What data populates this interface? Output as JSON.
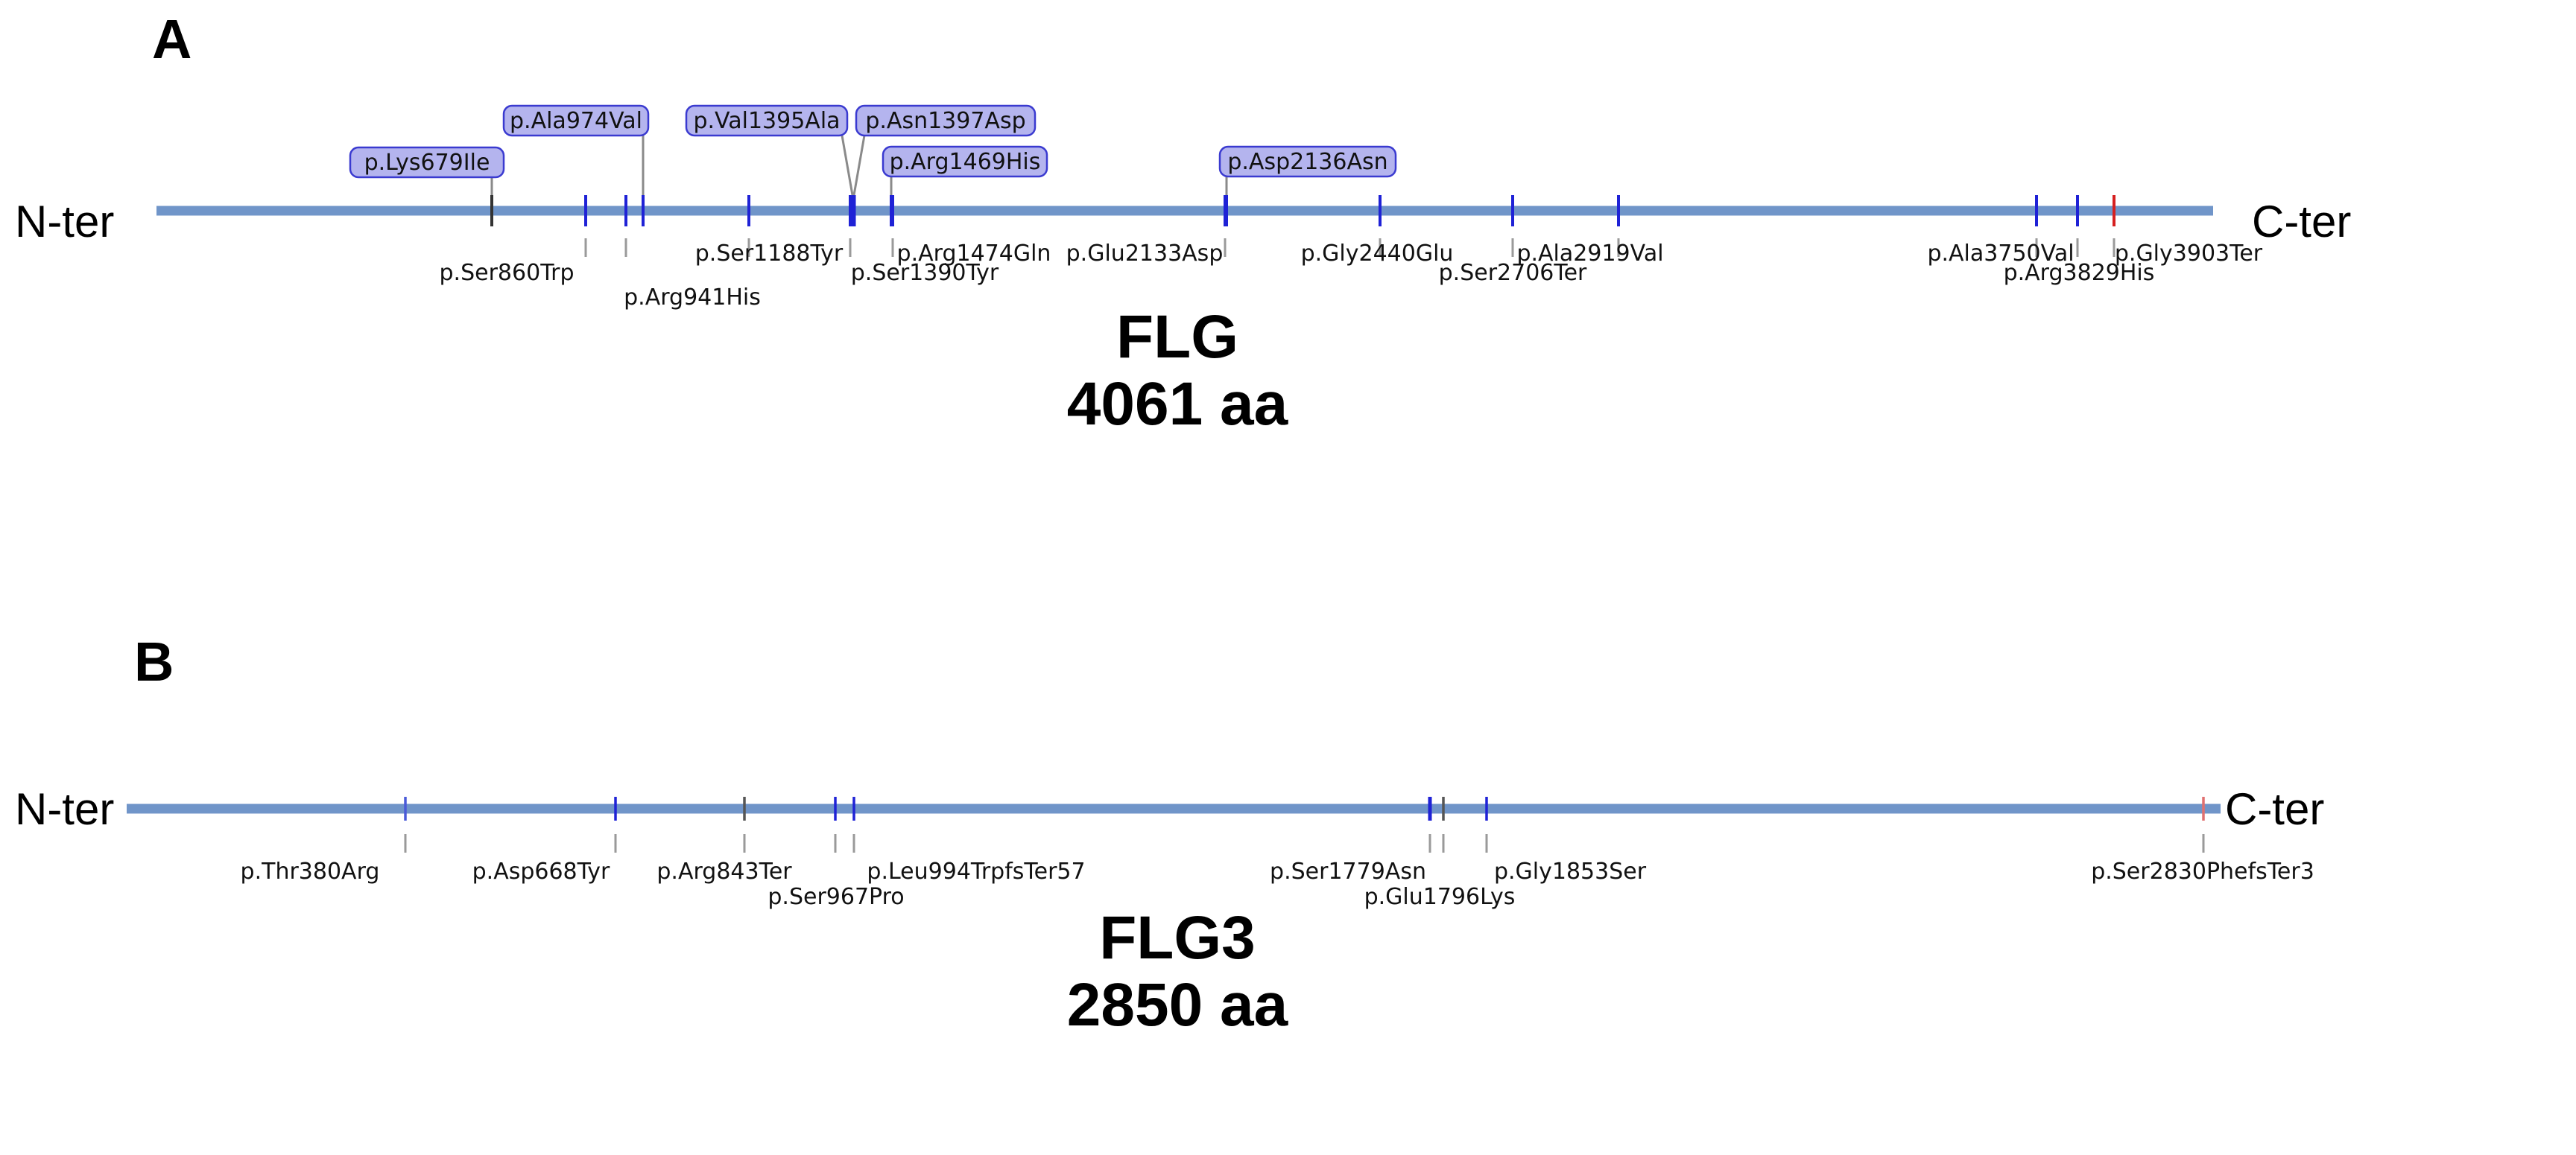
{
  "panels": [
    {
      "id": "A",
      "letter": "A",
      "gene": "FLG",
      "length_label": "4061 aa",
      "length": 4061,
      "n_term_label": "N-ter",
      "c_term_label": "C-ter",
      "colors": {
        "protein": "#7095c9",
        "variant": "#1f22d6",
        "highlight": "#d62020",
        "neutral": "#333333",
        "box_fill": "#b4b4ee",
        "box_stroke": "#3a3ad0"
      },
      "variants": [
        {
          "label": "p.Lys679Ile",
          "pos": 679,
          "side": "above",
          "color": "#333333"
        },
        {
          "label": "p.Ser860Trp",
          "pos": 860,
          "side": "below",
          "color": "#1f22d6"
        },
        {
          "label": "p.Arg941His",
          "pos": 941,
          "side": "below",
          "color": "#1f22d6"
        },
        {
          "label": "p.Ala974Val",
          "pos": 974,
          "side": "above",
          "color": "#1f22d6"
        },
        {
          "label": "p.Ser1188Tyr",
          "pos": 1188,
          "side": "below",
          "color": "#1f22d6"
        },
        {
          "label": "p.Ser1390Tyr",
          "pos": 1390,
          "side": "below",
          "color": "#1f22d6"
        },
        {
          "label": "p.Val1395Ala",
          "pos": 1395,
          "side": "above",
          "color": "#1f22d6"
        },
        {
          "label": "p.Asn1397Asp",
          "pos": 1397,
          "side": "above",
          "color": "#1f22d6"
        },
        {
          "label": "p.Arg1469His",
          "pos": 1469,
          "side": "above",
          "color": "#1f22d6"
        },
        {
          "label": "p.Arg1474Gln",
          "pos": 1474,
          "side": "below",
          "color": "#1f22d6"
        },
        {
          "label": "p.Glu2133Asp",
          "pos": 2133,
          "side": "below",
          "color": "#1f22d6"
        },
        {
          "label": "p.Asp2136Asn",
          "pos": 2136,
          "side": "above",
          "color": "#1f22d6"
        },
        {
          "label": "p.Gly2440Glu",
          "pos": 2440,
          "side": "below",
          "color": "#1f22d6"
        },
        {
          "label": "p.Ser2706Ter",
          "pos": 2706,
          "side": "below",
          "color": "#1f22d6"
        },
        {
          "label": "p.Ala2919Val",
          "pos": 2919,
          "side": "below",
          "color": "#1f22d6"
        },
        {
          "label": "p.Ala3750Val",
          "pos": 3750,
          "side": "below",
          "color": "#1f22d6"
        },
        {
          "label": "p.Arg3829His",
          "pos": 3829,
          "side": "below",
          "color": "#1f22d6"
        },
        {
          "label": "p.Gly3903Ter",
          "pos": 3903,
          "side": "below",
          "color": "#d62020"
        }
      ]
    },
    {
      "id": "B",
      "letter": "B",
      "gene": "FLG3",
      "length_label": "2850 aa",
      "length": 2850,
      "n_term_label": "N-ter",
      "c_term_label": "C-ter",
      "colors": {
        "protein": "#7095c9",
        "variant": "#1f22d6",
        "highlight": "#e07070",
        "neutral": "#555555"
      },
      "variants": [
        {
          "label": "p.Thr380Arg",
          "pos": 380,
          "side": "below",
          "color": "#4a5ad8"
        },
        {
          "label": "p.Asp668Tyr",
          "pos": 668,
          "side": "below",
          "color": "#1f22d6"
        },
        {
          "label": "p.Arg843Ter",
          "pos": 843,
          "side": "below",
          "color": "#555555"
        },
        {
          "label": "p.Ser967Pro",
          "pos": 967,
          "side": "below",
          "color": "#1f22d6"
        },
        {
          "label": "p.Leu994TrpfsTer57",
          "pos": 994,
          "side": "below",
          "color": "#1f22d6"
        },
        {
          "label": "p.Ser1779Asn",
          "pos": 1779,
          "side": "below",
          "color": "#1f22d6"
        },
        {
          "label": "p.Glu1796Lys",
          "pos": 1796,
          "side": "below",
          "color": "#555555"
        },
        {
          "label": "p.Gly1853Ser",
          "pos": 1853,
          "side": "below",
          "color": "#1f22d6"
        },
        {
          "label": "p.Ser2830PhefsTer3",
          "pos": 2830,
          "side": "below",
          "color": "#e07070"
        }
      ]
    }
  ]
}
